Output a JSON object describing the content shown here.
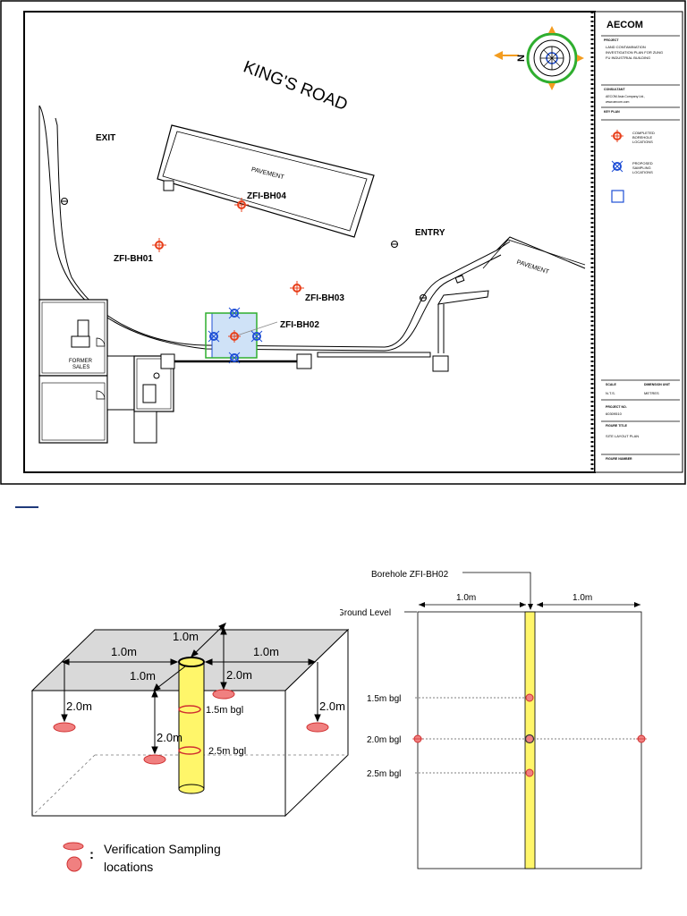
{
  "site_plan": {
    "road_label": "KING'S ROAD",
    "exit_label": "EXIT",
    "entry_label": "ENTRY",
    "pavement_label_1": "PAVEMENT",
    "pavement_label_2": "PAVEMENT",
    "former_sales_label_1": "FORMER",
    "former_sales_label_2": "SALES",
    "boreholes": {
      "bh01": "ZFI-BH01",
      "bh02": "ZFI-BH02",
      "bh03": "ZFI-BH03",
      "bh04": "ZFI-BH04"
    },
    "title_block": {
      "company": "AECOM",
      "project_label": "PROJECT",
      "project_name_1": "LAND CONTAMINATION",
      "project_name_2": "INVESTIGATION PLAN FOR ZUNG",
      "project_name_3": "FU INDUSTRIAL BUILDING",
      "consultant_label": "CONSULTANT",
      "consultant_name": "AECOM Asia Company Ltd.,",
      "consultant_web": "www.aecom.com",
      "key_plan_label": "KEY PLAN",
      "legend_completed_1": "COMPLETED",
      "legend_completed_2": "BOREHOLE",
      "legend_completed_3": "LOCATIONS",
      "legend_proposed_1": "PROPOSED",
      "legend_proposed_2": "SAMPLING",
      "legend_proposed_3": "LOCATIONS",
      "scale_label": "SCALE",
      "scale_value": "N.T.S.",
      "unit_label": "DIMENSION UNIT",
      "unit_value": "METRES",
      "project_no_label": "PROJECT NO.",
      "project_no_value": "60309510",
      "figure_title_label": "FIGURE TITLE",
      "figure_title_value": "SITE LAYOUT PLAN",
      "figure_number_label": "FIGURE NUMBER"
    },
    "compass_letter": "N"
  },
  "iso_diagram": {
    "dim_top_1": "1.0m",
    "dim_left_1": "1.0m",
    "dim_right_1": "1.0m",
    "dim_front_1": "1.0m",
    "dim_depth_left": "2.0m",
    "dim_depth_center": "2.0m",
    "dim_depth_right": "2.0m",
    "dim_depth_front": "2.0m",
    "level_1": "1.5m bgl",
    "level_2": "2.5m bgl",
    "legend_colon": ":",
    "legend_text_1": "Verification Sampling",
    "legend_text_2": "locations"
  },
  "section_diagram": {
    "borehole_label": "Borehole ZFI-BH02",
    "dim_left": "1.0m",
    "dim_right": "1.0m",
    "ground_level": "Ground Level",
    "levels": [
      "1.5m bgl",
      "2.0m bgl",
      "2.5m bgl"
    ]
  },
  "colors": {
    "completed_marker": "#e8401c",
    "proposed_marker": "#1f4fd6",
    "borehole_fill": "#fff66a",
    "sample_fill": "#f08080",
    "sample_stroke": "#d03030",
    "box_top": "#d9d9d9"
  }
}
